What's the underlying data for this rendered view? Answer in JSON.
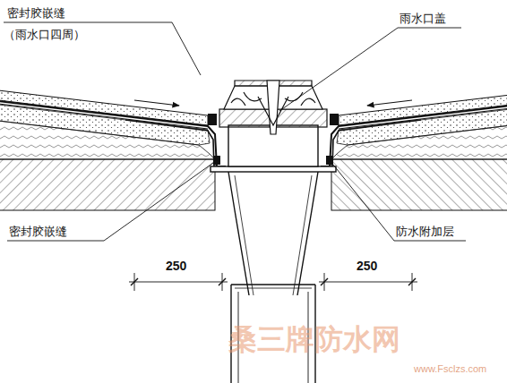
{
  "diagram": {
    "labels": [
      "密封胶嵌缝",
      "（雨水口四周）",
      "雨水口盖",
      "密封胶嵌缝",
      "防水附加层",
      "250",
      "250",
      "桑三牌防水网",
      "www.Fsclzs.com"
    ]
  }
}
